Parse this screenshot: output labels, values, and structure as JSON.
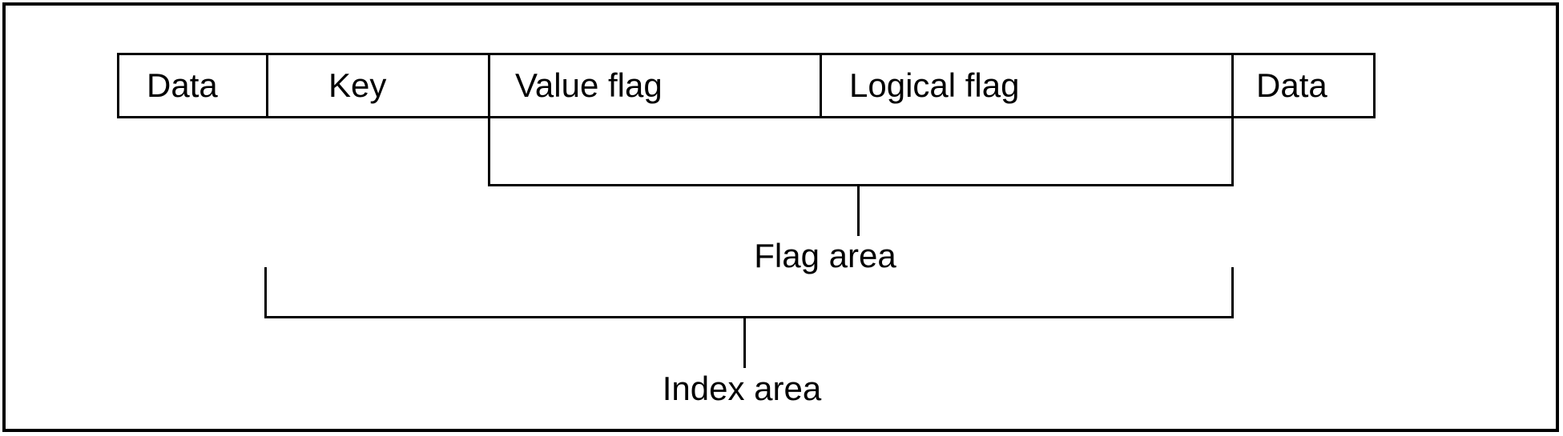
{
  "diagram": {
    "record_row": {
      "cells": [
        "Data",
        "Key",
        "Value flag",
        "Logical flag",
        "Data"
      ]
    },
    "flag_area": {
      "label": "Flag area"
    },
    "index_area": {
      "label": "Index area"
    },
    "colors": {
      "line": "#000000",
      "text": "#000000",
      "background": "#ffffff"
    }
  }
}
